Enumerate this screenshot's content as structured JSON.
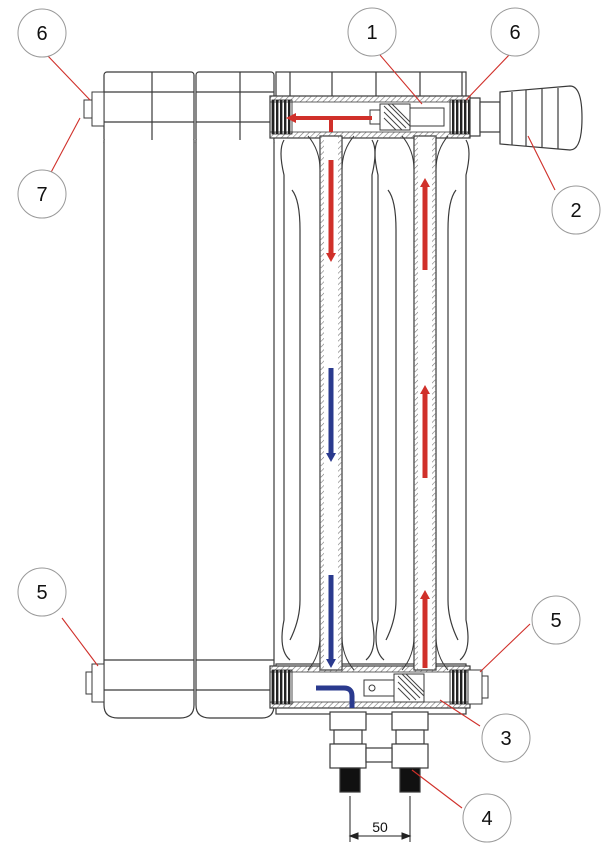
{
  "diagram": {
    "colors": {
      "hot_flow": "#d0302a",
      "cold_flow": "#2a3a8e",
      "outline": "#3a3a3a",
      "section_fill": "#ffffff",
      "hatch": "#777777"
    },
    "callouts": [
      {
        "id": "c1",
        "label": "1"
      },
      {
        "id": "c2",
        "label": "2"
      },
      {
        "id": "c3",
        "label": "3"
      },
      {
        "id": "c4",
        "label": "4"
      },
      {
        "id": "c5-left",
        "label": "5"
      },
      {
        "id": "c5-right",
        "label": "5"
      },
      {
        "id": "c6-left",
        "label": "6"
      },
      {
        "id": "c6-right",
        "label": "6"
      },
      {
        "id": "c7",
        "label": "7"
      }
    ],
    "dimension": {
      "value": "50"
    }
  }
}
